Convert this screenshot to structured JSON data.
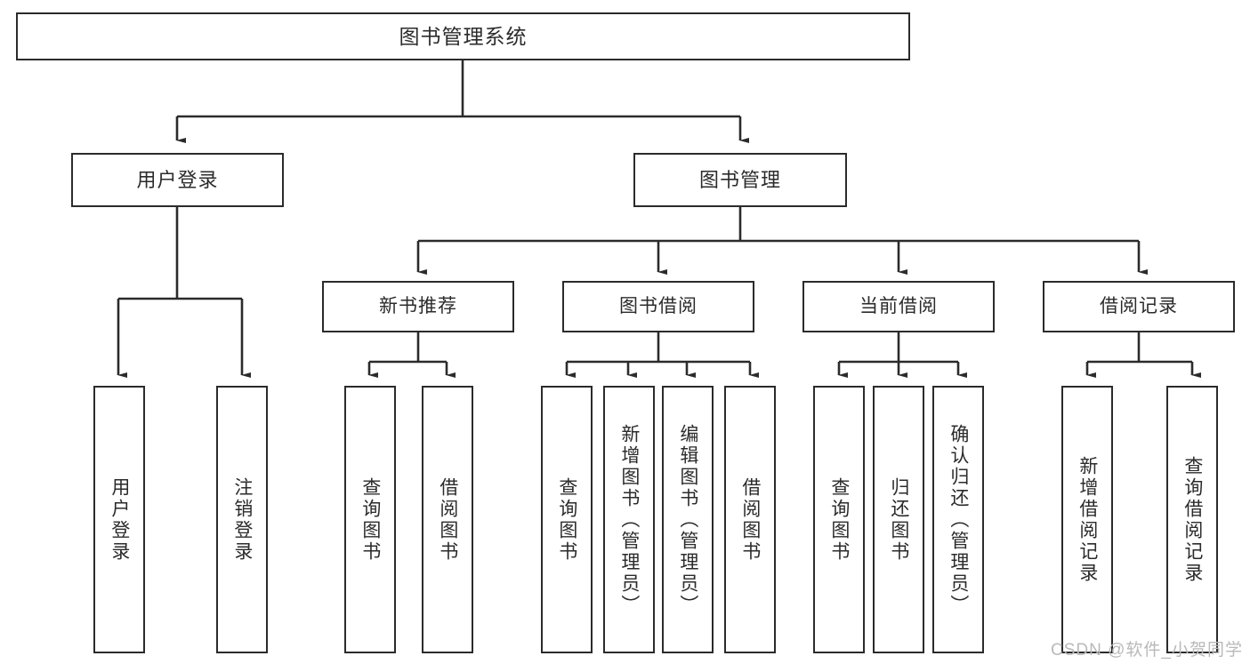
{
  "diagram": {
    "title": "图书管理系统",
    "type": "tree",
    "watermark": "CSDN @软件_小贺同学",
    "colors": {
      "box_border": "#2b2b2b",
      "box_fill": "#ffffff",
      "text": "#2b2b2b",
      "connector": "#2b2b2b",
      "watermark": "#b9b9b9"
    },
    "nodes": {
      "root": {
        "label": "图书管理系统"
      },
      "level1": [
        {
          "label": "用户登录"
        },
        {
          "label": "图书管理"
        }
      ],
      "level2": [
        {
          "label": "新书推荐"
        },
        {
          "label": "图书借阅"
        },
        {
          "label": "当前借阅"
        },
        {
          "label": "借阅记录"
        }
      ],
      "leaves": {
        "user_login": [
          {
            "label": "用户登录"
          },
          {
            "label": "注销登录"
          }
        ],
        "new_book_recommend": [
          {
            "label": "查询图书"
          },
          {
            "label": "借阅图书"
          }
        ],
        "book_borrow": [
          {
            "label": "查询图书"
          },
          {
            "label": "新增图书（管理员）"
          },
          {
            "label": "编辑图书（管理员）"
          },
          {
            "label": "借阅图书"
          }
        ],
        "current_borrow": [
          {
            "label": "查询图书"
          },
          {
            "label": "归还图书"
          },
          {
            "label": "确认归还（管理员）"
          }
        ],
        "borrow_record": [
          {
            "label": "新增借阅记录"
          },
          {
            "label": "查询借阅记录"
          }
        ]
      }
    }
  }
}
